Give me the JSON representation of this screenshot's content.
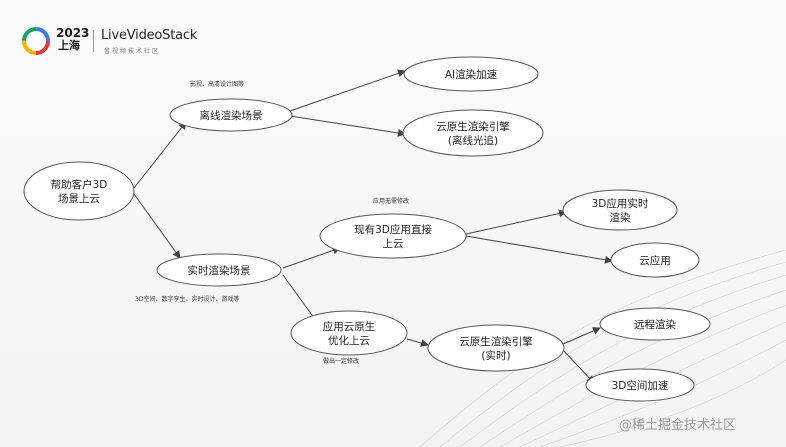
{
  "header": {
    "logo_year": "2023",
    "logo_city": "上海",
    "brand_name": "LiveVideoStack",
    "brand_subtitle": "音视频技术社区"
  },
  "nodes": {
    "root": [
      "帮助客户3D",
      "场景上云"
    ],
    "offline": [
      "离线渲染场景"
    ],
    "ai": [
      "AI渲染加速"
    ],
    "cloud_offline": [
      "云原生渲染引擎",
      "(离线光追)"
    ],
    "realtime": [
      "实时渲染场景"
    ],
    "app_direct": [
      "现有3D应用直接",
      "上云"
    ],
    "app_3d_rt": [
      "3D应用实时",
      "渲染"
    ],
    "cloud_app": [
      "云应用"
    ],
    "native_opt": [
      "应用云原生",
      "优化上云"
    ],
    "cloud_rt": [
      "云原生渲染引擎",
      "(实时)"
    ],
    "remote": [
      "远程渲染"
    ],
    "space_acc": [
      "3D空间加速"
    ]
  },
  "annotations": {
    "offline": "影视、高清设计图等",
    "realtime": "3D空间、数字孪生、实时设计、游戏等",
    "app_direct": "应用无需修改",
    "native_opt": "做出一定修改"
  },
  "watermark": "@稀土掘金技术社区"
}
